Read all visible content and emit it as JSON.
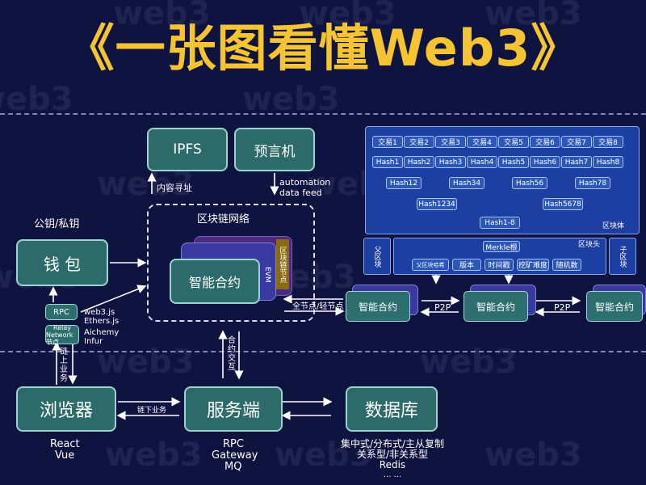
{
  "title": "《一张图看懂Web3》",
  "watermark": "web3",
  "boxes": {
    "ipfs": "IPFS",
    "oracle": "预言机",
    "wallet": "钱 包",
    "browser": "浏览器",
    "server": "服务端",
    "database": "数据库",
    "smart_contract": "智能合约",
    "evm": "EVM",
    "block_node": "区块链节点"
  },
  "labels": {
    "key_pair": "公钥/私钥",
    "blockchain_network": "区块链网络",
    "content_addressing": "内容寻址",
    "automation": "automation",
    "data_feed": "data feed",
    "full_light_node": "全节点/轻节点",
    "rpc": "RPC",
    "relay_line1": "Relay",
    "relay_line2": "Network节点",
    "web3js": "web3.js",
    "ethersjs": "Ethers.js",
    "alchemy": "Aichemy",
    "infura": "Infur",
    "onchain_business": "链上业务",
    "offchain_business": "链下业务",
    "onchain_interaction": "合约交互",
    "frontend_line1": "React",
    "frontend_line2": "Vue",
    "server_line1": "RPC",
    "server_line2": "Gateway",
    "server_line3": "MQ",
    "db_line1": "集中式/分布式/主从复制",
    "db_line2": "关系型/非关系型",
    "db_line3": "Redis",
    "db_line4": "... ...",
    "p2p": "P2P"
  },
  "block": {
    "transactions": [
      "交易1",
      "交易2",
      "交易3",
      "交易4",
      "交易5",
      "交易6",
      "交易7",
      "交易8"
    ],
    "hashes": [
      "Hash1",
      "Hash2",
      "Hash3",
      "Hash4",
      "Hash5",
      "Hash6",
      "Hash7",
      "Hash8"
    ],
    "level2": [
      "Hash12",
      "Hash34",
      "Hash56",
      "Hash78"
    ],
    "level3": [
      "Hash1234",
      "Hash5678"
    ],
    "root": "Hash1-8",
    "body_label": "区块体",
    "header_label": "区块头",
    "merkle": "Merkle根",
    "parent_hash": "父区块哈希",
    "version": "版本",
    "timestamp": "时间戳",
    "difficulty": "挖矿难度",
    "nonce": "随机数",
    "prev_block": "父区块",
    "next_block": "子区块"
  },
  "colors": {
    "title": "#f6c431",
    "background": "#0f1340",
    "teal": "#2c6b6a",
    "blue": "#1d3fa1"
  }
}
